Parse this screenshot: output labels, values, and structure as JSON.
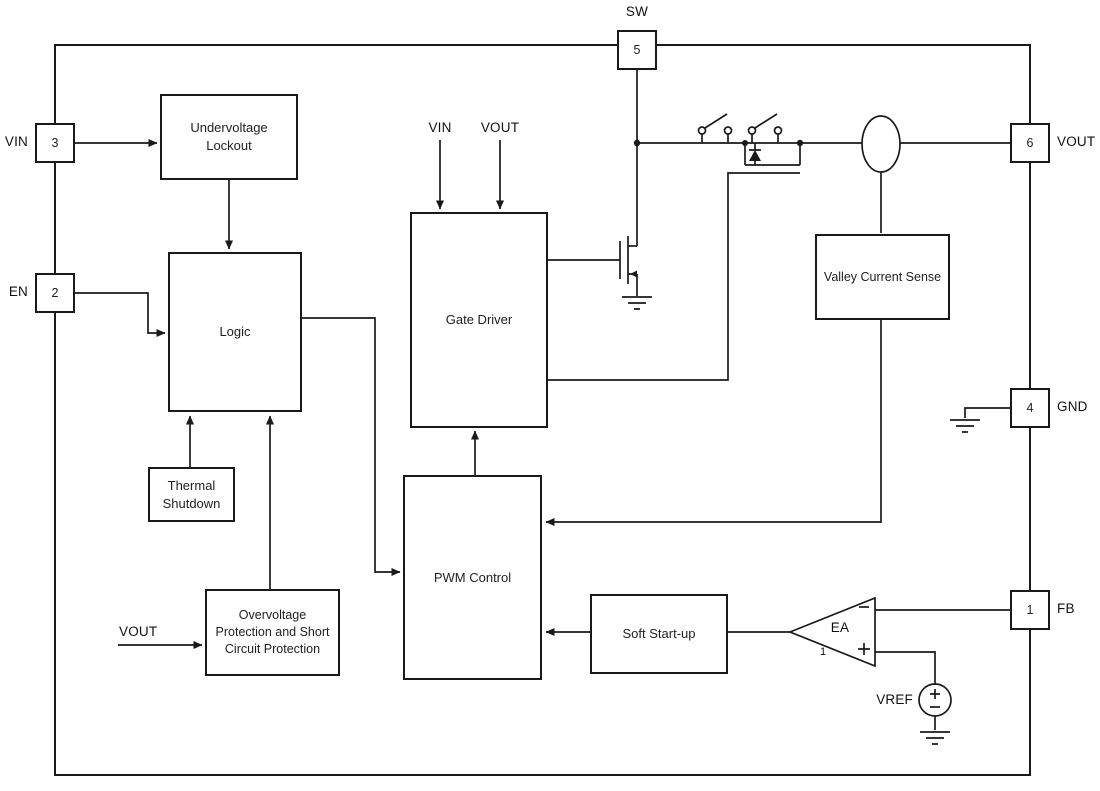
{
  "pins": {
    "sw": {
      "number": "5",
      "label": "SW"
    },
    "vin": {
      "number": "3",
      "label": "VIN"
    },
    "en": {
      "number": "2",
      "label": "EN"
    },
    "vout": {
      "number": "6",
      "label": "VOUT"
    },
    "gnd": {
      "number": "4",
      "label": "GND"
    },
    "fb": {
      "number": "1",
      "label": "FB"
    }
  },
  "blocks": {
    "uvlo": "Undervoltage\nLockout",
    "logic": "Logic",
    "thermal_shutdown": "Thermal\nShutdown",
    "ovp": "Overvoltage\nProtection and Short\nCircuit Protection",
    "gate_driver": "Gate Driver",
    "pwm_control": "PWM Control",
    "soft_start": "Soft Start-up",
    "valley_current_sense": "Valley Current Sense"
  },
  "signal_labels": {
    "gate_driver_vin": "VIN",
    "gate_driver_vout": "VOUT",
    "ovp_input_vout": "VOUT",
    "error_amp": "EA",
    "error_amp_pin": "1",
    "vref": "VREF"
  },
  "colors": {
    "line": "#1a1a1a",
    "text": "#1f1f1f",
    "background": "#ffffff"
  }
}
